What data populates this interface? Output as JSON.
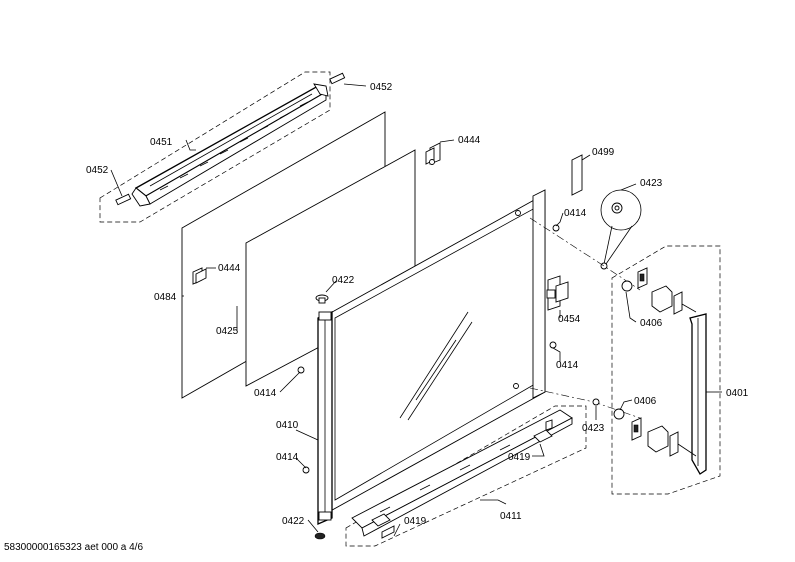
{
  "footer": "58300000165323 aet 000 a 4/6",
  "labels": {
    "p0452a": "0452",
    "p0451": "0451",
    "p0452b": "0452",
    "p0444a": "0444",
    "p0499": "0499",
    "p0423a": "0423",
    "p0414a": "0414",
    "p0444b": "0444",
    "p0422a": "0422",
    "p0484": "0484",
    "p0425": "0425",
    "p0454": "0454",
    "p0406a": "0406",
    "p0414b": "0414",
    "p0401": "0401",
    "p0414c": "0414",
    "p0406b": "0406",
    "p0423b": "0423",
    "p0410": "0410",
    "p0414d": "0414",
    "p0419a": "0419",
    "p0411": "0411",
    "p0422b": "0422",
    "p0419b": "0419"
  }
}
